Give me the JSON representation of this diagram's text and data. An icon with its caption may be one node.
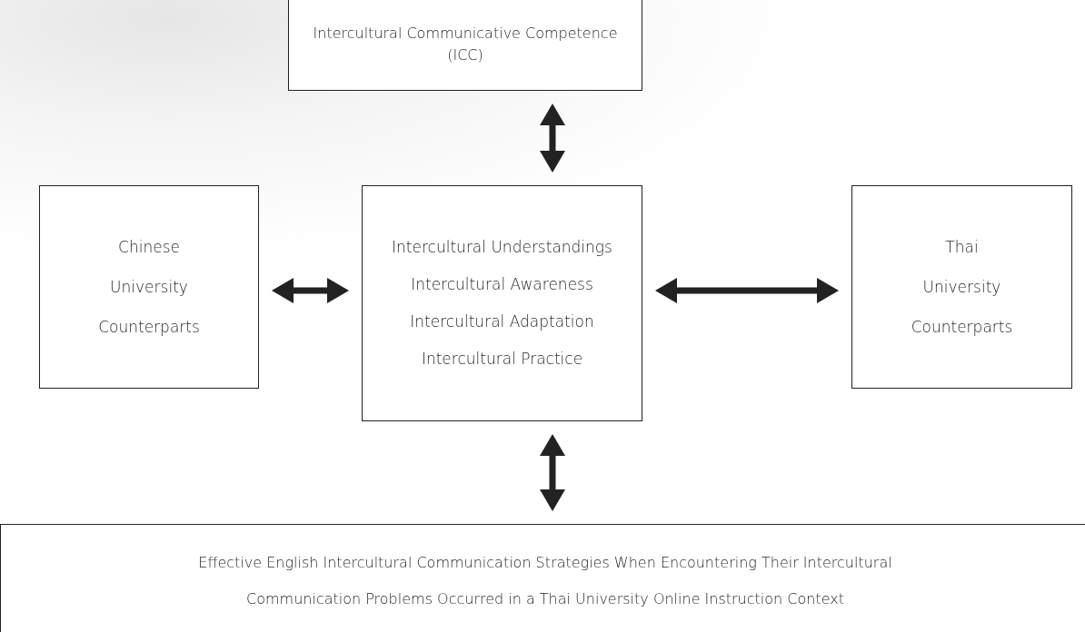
{
  "diagram": {
    "nodes": [
      {
        "text": [
          "Intercultural Communicative Competence (ICC)"
        ]
      },
      {
        "text": [
          "Chinese University Counterparts"
        ]
      },
      {
        "text": [
          "Intercultural Understandings",
          "Intercultural Awareness",
          "Intercultural Adaptation",
          "Intercultural Practice"
        ]
      },
      {
        "text": [
          "Thai University Counterparts"
        ]
      },
      {
        "text": [
          "Effective English Intercultural Communication Strategies When Encountering Their Intercultural Communication Problems Occurred in a Thai University Online Instruction Context"
        ]
      }
    ],
    "edges": [
      {
        "from": 2,
        "to": 0,
        "arrow": "both"
      },
      {
        "from": 1,
        "to": 2,
        "arrow": "both"
      },
      {
        "from": 2,
        "to": 3,
        "arrow": "both"
      },
      {
        "from": 2,
        "to": 4,
        "arrow": "both"
      }
    ]
  }
}
